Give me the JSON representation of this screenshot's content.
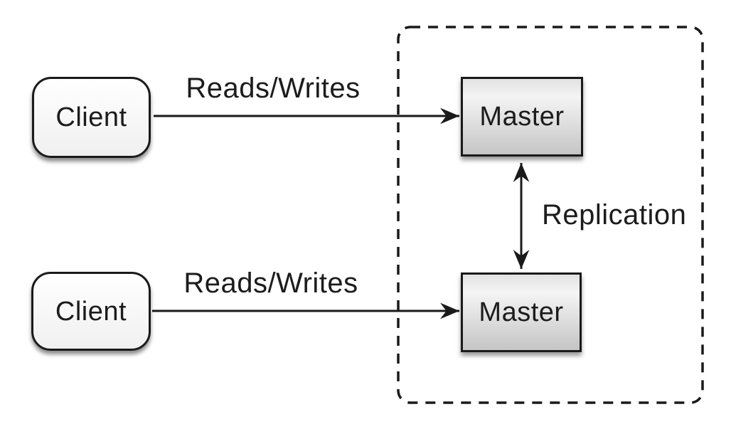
{
  "diagram": {
    "description": "Master-master replication topology diagram",
    "nodes": [
      {
        "id": "client-top",
        "label": "Client",
        "shape": "rounded-rect"
      },
      {
        "id": "master-top",
        "label": "Master",
        "shape": "rect"
      },
      {
        "id": "client-bottom",
        "label": "Client",
        "shape": "rounded-rect"
      },
      {
        "id": "master-bottom",
        "label": "Master",
        "shape": "rect"
      }
    ],
    "edges": [
      {
        "id": "reads-writes-top",
        "label": "Reads/Writes",
        "from": "client-top",
        "to": "master-top",
        "type": "arrow"
      },
      {
        "id": "reads-writes-bottom",
        "label": "Reads/Writes",
        "from": "client-bottom",
        "to": "master-bottom",
        "type": "arrow"
      },
      {
        "id": "replication",
        "label": "Replication",
        "from": "master-top",
        "to": "master-bottom",
        "type": "double-arrow"
      }
    ],
    "groups": [
      {
        "id": "replication-group",
        "style": "dashed-border",
        "contains": [
          "master-top",
          "master-bottom"
        ]
      }
    ],
    "colors": {
      "background": "#ffffff",
      "stroke": "#1a1a1a",
      "text": "#1c1c1c",
      "client_fill_top": "#ffffff",
      "client_fill_bottom": "#f0f0f0",
      "master_fill_top": "#e2e2e2",
      "master_fill_mid": "#f4f4f4",
      "master_fill_bottom": "#c5c5c5"
    }
  }
}
